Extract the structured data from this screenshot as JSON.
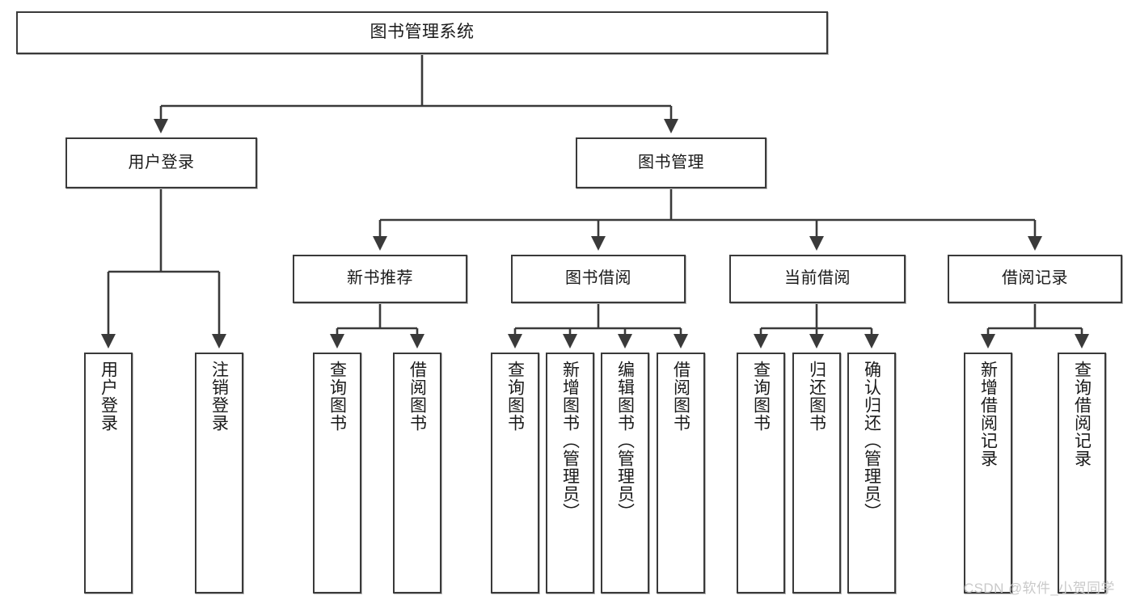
{
  "diagram": {
    "title": "图书管理系统",
    "type": "hierarchy-tree",
    "orientation": "top-down",
    "root": {
      "id": "root",
      "label": "图书管理系统"
    },
    "level2": [
      {
        "id": "user-login",
        "label": "用户登录"
      },
      {
        "id": "book-manage",
        "label": "图书管理"
      }
    ],
    "level3": [
      {
        "id": "new-book-recommend",
        "label": "新书推荐",
        "parent": "book-manage"
      },
      {
        "id": "book-borrow",
        "label": "图书借阅",
        "parent": "book-manage"
      },
      {
        "id": "current-borrow",
        "label": "当前借阅",
        "parent": "book-manage"
      },
      {
        "id": "borrow-record",
        "label": "借阅记录",
        "parent": "book-manage"
      }
    ],
    "leaves": [
      {
        "id": "leaf-user-login",
        "label": "用户登录",
        "parent": "user-login"
      },
      {
        "id": "leaf-logout-login",
        "label": "注销登录",
        "parent": "user-login"
      },
      {
        "id": "leaf-query-book-1",
        "label": "查询图书",
        "parent": "new-book-recommend"
      },
      {
        "id": "leaf-borrow-book-1",
        "label": "借阅图书",
        "parent": "new-book-recommend"
      },
      {
        "id": "leaf-query-book-2",
        "label": "查询图书",
        "parent": "book-borrow"
      },
      {
        "id": "leaf-add-book",
        "label": "新增图书（管理员）",
        "parent": "book-borrow"
      },
      {
        "id": "leaf-edit-book",
        "label": "编辑图书（管理员）",
        "parent": "book-borrow"
      },
      {
        "id": "leaf-borrow-book-2",
        "label": "借阅图书",
        "parent": "book-borrow"
      },
      {
        "id": "leaf-query-book-3",
        "label": "查询图书",
        "parent": "current-borrow"
      },
      {
        "id": "leaf-return-book",
        "label": "归还图书",
        "parent": "current-borrow"
      },
      {
        "id": "leaf-confirm-return",
        "label": "确认归还（管理员）",
        "parent": "current-borrow"
      },
      {
        "id": "leaf-add-record",
        "label": "新增借阅记录",
        "parent": "borrow-record"
      },
      {
        "id": "leaf-query-record",
        "label": "查询借阅记录",
        "parent": "borrow-record"
      }
    ],
    "watermark": "CSDN @软件_小贺同学",
    "colors": {
      "stroke": "#3a3a3a",
      "fill": "#ffffff",
      "text": "#1a1a1a",
      "watermark": "#c9c9c9",
      "shadow": "#b8b8b8"
    }
  }
}
